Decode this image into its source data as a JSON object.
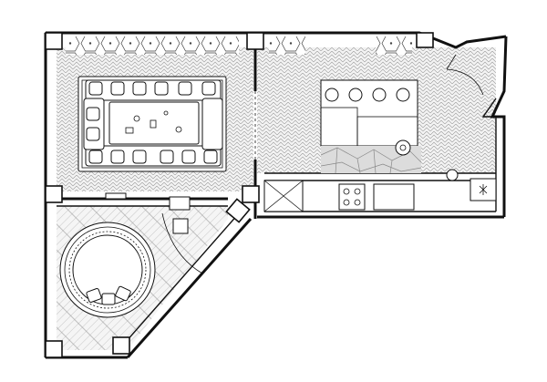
{
  "plan": {
    "colors": {
      "wall": "#111111",
      "floor_hatch": "#d8d8d8",
      "floor_stone": "#cfcfcf",
      "furniture": "#ffffff"
    },
    "rooms": [
      {
        "name": "living-room",
        "floor": "herringbone-parquet"
      },
      {
        "name": "kitchen",
        "floor": "herringbone-parquet"
      },
      {
        "name": "round-room",
        "floor": "plank-parquet"
      }
    ],
    "icons": [
      "sofa-icon",
      "armchair-icon",
      "coffee-table-icon",
      "stool-icon",
      "stove-icon",
      "sink-icon",
      "round-bed-icon",
      "door-swing-icon",
      "plant-icon"
    ]
  }
}
